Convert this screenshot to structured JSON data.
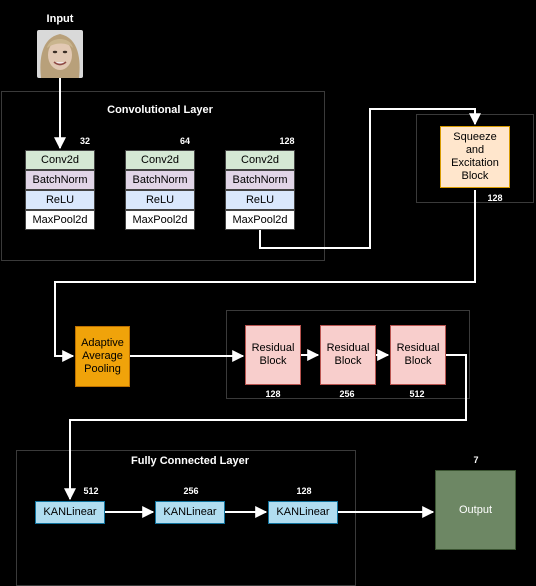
{
  "input": {
    "title": "Input"
  },
  "conv": {
    "title": "Convolutional Layer",
    "blocks": [
      {
        "channels": "32",
        "layers": [
          "Conv2d",
          "BatchNorm",
          "ReLU",
          "MaxPool2d"
        ]
      },
      {
        "channels": "64",
        "layers": [
          "Conv2d",
          "BatchNorm",
          "ReLU",
          "MaxPool2d"
        ]
      },
      {
        "channels": "128",
        "layers": [
          "Conv2d",
          "BatchNorm",
          "ReLU",
          "MaxPool2d"
        ]
      }
    ]
  },
  "se": {
    "label": "Squeeze\nand\nExcitation\nBlock",
    "channels": "128"
  },
  "pool": {
    "label": "Adaptive\nAverage\nPooling"
  },
  "residual": [
    {
      "label": "Residual\nBlock",
      "channels": "128"
    },
    {
      "label": "Residual\nBlock",
      "channels": "256"
    },
    {
      "label": "Residual\nBlock",
      "channels": "512"
    }
  ],
  "fc": {
    "title": "Fully Connected Layer",
    "blocks": [
      {
        "label": "KANLinear",
        "channels": "512"
      },
      {
        "label": "KANLinear",
        "channels": "256"
      },
      {
        "label": "KANLinear",
        "channels": "128"
      }
    ]
  },
  "output": {
    "label": "Output",
    "channels": "7"
  },
  "colors": {
    "conv2d": "#d5e8d4",
    "batchnorm": "#e1d5e7",
    "relu": "#dae8fc",
    "maxpool": "#ffffff",
    "se": "#ffe6cc",
    "pool": "#f0a30a",
    "residual": "#f8cecc",
    "kan": "#b1ddf0",
    "output": "#6d8764"
  }
}
